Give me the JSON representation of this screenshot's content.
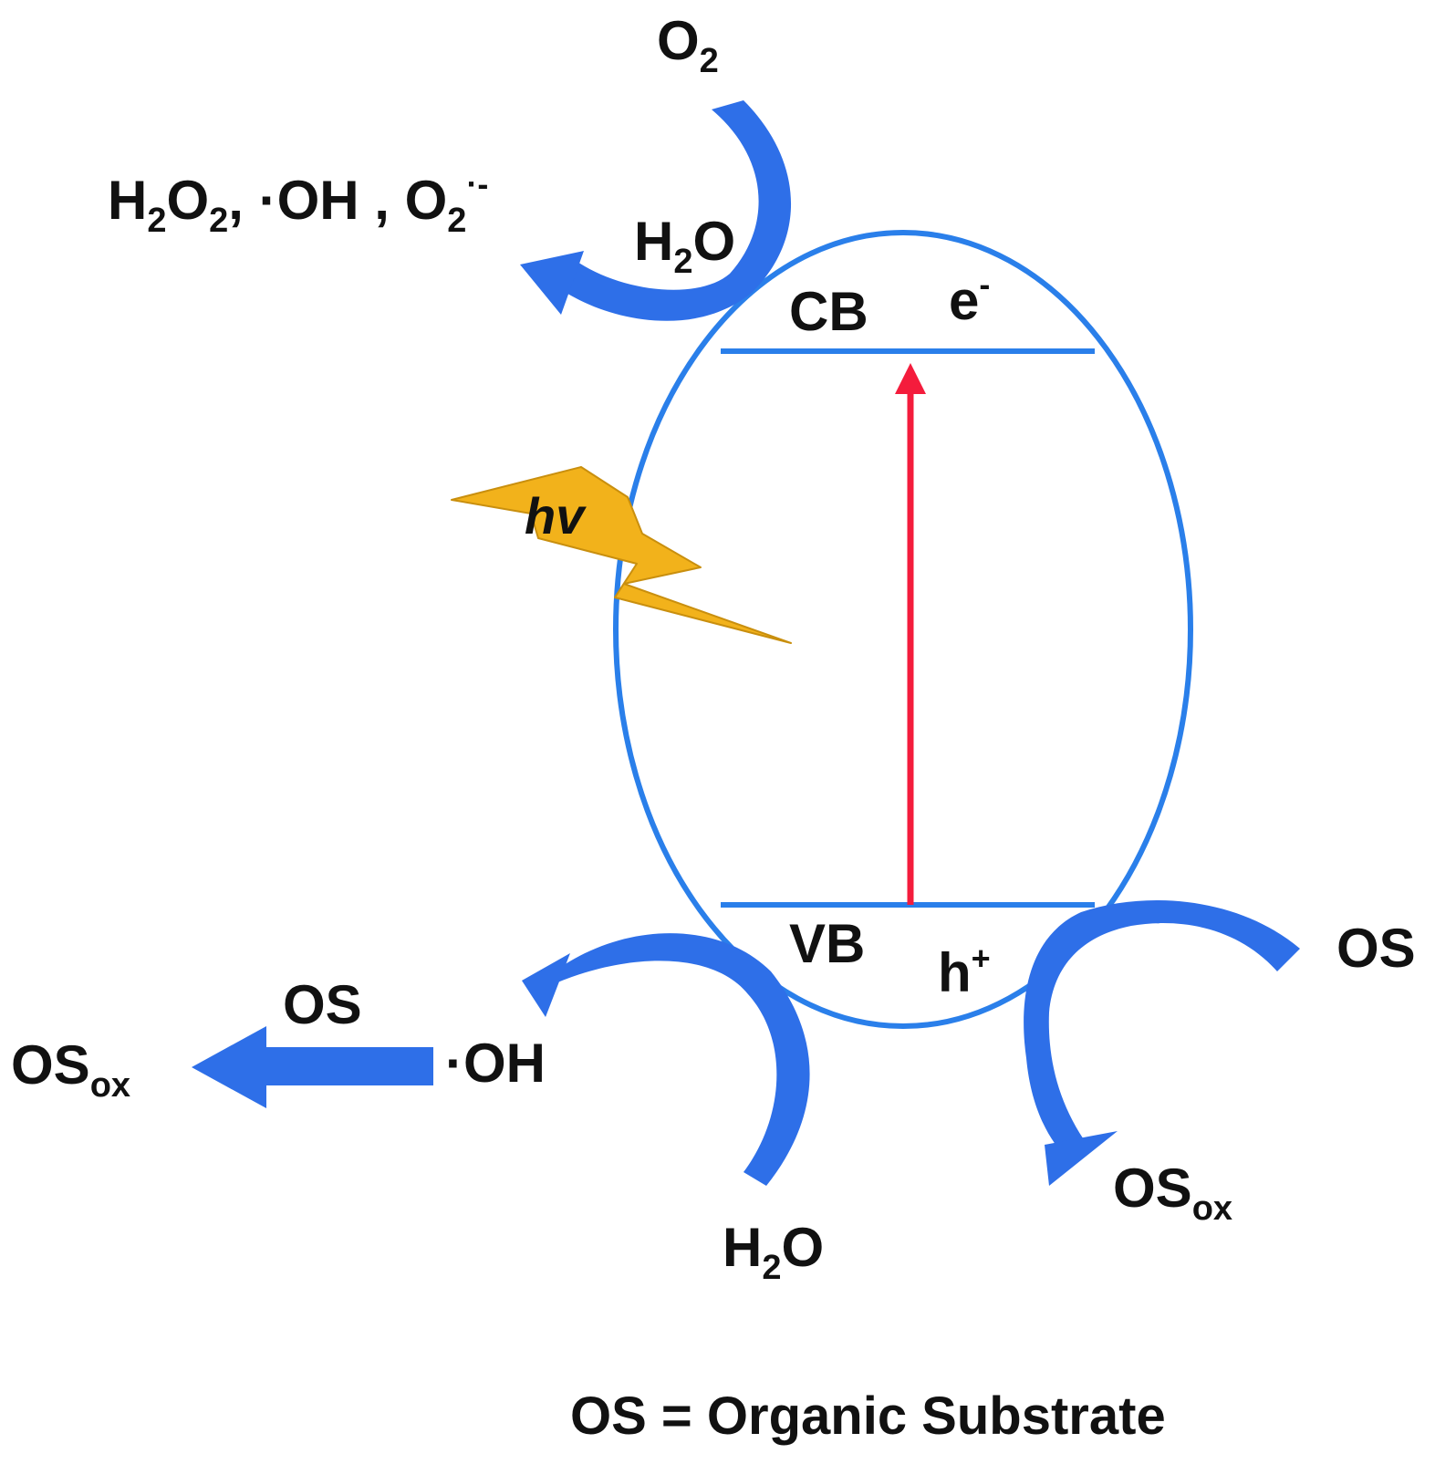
{
  "colors": {
    "accent": "#2a7fea",
    "arrow_fill": "#2e6fe8",
    "excitation": "#f41c3c",
    "lightning": "#f2b21b",
    "text": "#111111"
  },
  "labels": {
    "o2": "O",
    "o2_sub": "2",
    "h2o_top": "H",
    "h2o_top_sub": "2",
    "h2o_top_rest": "O",
    "products_h": "H",
    "products_sub1": "2",
    "products_o": "O",
    "products_sub2": "2",
    "products_mid": ", ·OH , O",
    "products_sub3": "2",
    "products_sup": "·-",
    "cb": "CB",
    "electron": "e",
    "electron_sup": "-",
    "hv": "hv",
    "vb": "VB",
    "hole": "h",
    "hole_sup": "+",
    "os_left": "OS",
    "oh_left": "·OH",
    "os_ox_left": "OS",
    "os_ox_left_sub": "ox",
    "h2o_bottom": "H",
    "h2o_bottom_sub": "2",
    "h2o_bottom_rest": "O",
    "os_right": "OS",
    "os_ox_right": "OS",
    "os_ox_right_sub": "ox",
    "legend": "OS = Organic Substrate"
  },
  "icons": {
    "lightning": "lightning-bolt-icon",
    "excitation_arrow": "up-arrow-icon"
  }
}
